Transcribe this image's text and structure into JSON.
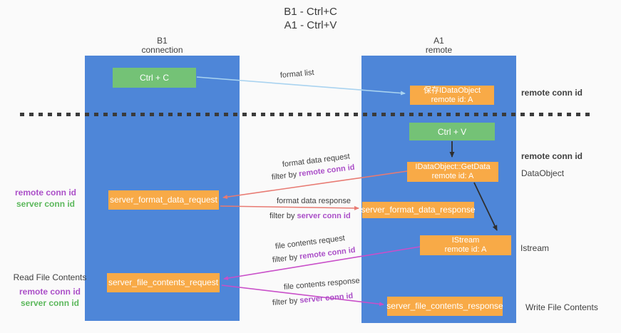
{
  "title": {
    "line1": "B1 - Ctrl+C",
    "line2": "A1 - Ctrl+V"
  },
  "lanes": {
    "left": {
      "title": "B1",
      "subtitle": "connection"
    },
    "right": {
      "title": "A1",
      "subtitle": "remote"
    }
  },
  "nodes": {
    "ctrl_c": {
      "label": "Ctrl + C"
    },
    "ctrl_v": {
      "label": "Ctrl + V"
    },
    "saved_dataobject": {
      "line1": "保存IDataObject",
      "line2": "remote id: A"
    },
    "getdata": {
      "line1": "IDataObject::GetData",
      "line2": "remote id: A"
    },
    "istream": {
      "line1": "IStream",
      "line2": "remote id: A"
    },
    "format_request": {
      "label": "server_format_data_request"
    },
    "format_response": {
      "label": "server_format_data_response"
    },
    "file_request": {
      "label": "server_file_contents_request"
    },
    "file_response": {
      "label": "server_file_contents_response"
    }
  },
  "edge_labels": {
    "format_list": "format list",
    "format_data_request": "format data request",
    "format_data_response": "format data response",
    "file_contents_request": "file contents request",
    "file_contents_response": "file contents response",
    "filter_by": "filter by",
    "remote_conn_id": "remote conn id",
    "server_conn_id": "server conn id"
  },
  "annotations": {
    "right_top_remote_conn_id": "remote conn id",
    "right_mid_remote_conn_id": "remote conn id",
    "dataobject": "DataObject",
    "istream": "Istream",
    "write_file_contents": "Write File Contents",
    "read_file_contents": "Read File Contents",
    "left_remote_conn_id": "remote conn id",
    "left_server_conn_id": "server conn id",
    "left_remote_conn_id_bottom": "remote conn id",
    "left_server_conn_id_bottom": "server conn id"
  },
  "colors": {
    "background": "#fafafa",
    "lane_blue": "#4e86d8",
    "node_orange": "#f8aa47",
    "node_green": "#74c276",
    "accent_purple": "#ab4fc8",
    "accent_green": "#5cb85c",
    "arrow_salmon": "#e87a72",
    "arrow_magenta": "#c94fc9",
    "arrow_lightblue": "#a9d3f0",
    "arrow_black": "#2f2f2f",
    "divider_dark": "#3b3b3b"
  }
}
